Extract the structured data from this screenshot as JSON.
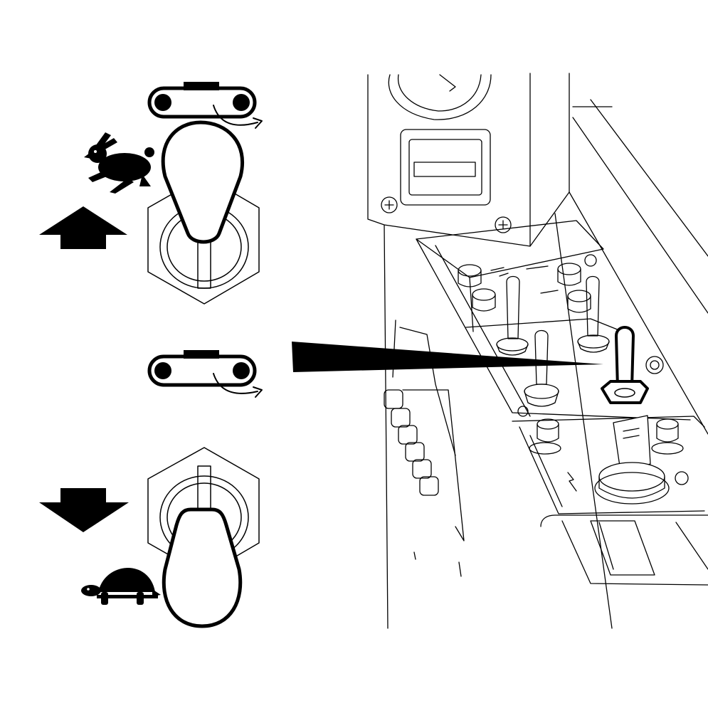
{
  "diagram": {
    "style": "black-and-white technical line illustration",
    "colors": {
      "ink": "#000000",
      "paper": "#ffffff"
    },
    "left_panel": {
      "upper_position": {
        "speed_icon": "rabbit-icon",
        "direction_icon": "arrow-up-icon",
        "track_icon": "conveyor-track-icon",
        "control": "toggle-lever-up"
      },
      "lower_position": {
        "speed_icon": "turtle-icon",
        "direction_icon": "arrow-down-icon",
        "track_icon": "conveyor-track-icon",
        "control": "toggle-lever-down"
      }
    },
    "right_panel": {
      "subject": "control-panel-detail",
      "highlighted_control": "toggle-switch-highlighted",
      "pointer": "callout-wedge"
    }
  }
}
